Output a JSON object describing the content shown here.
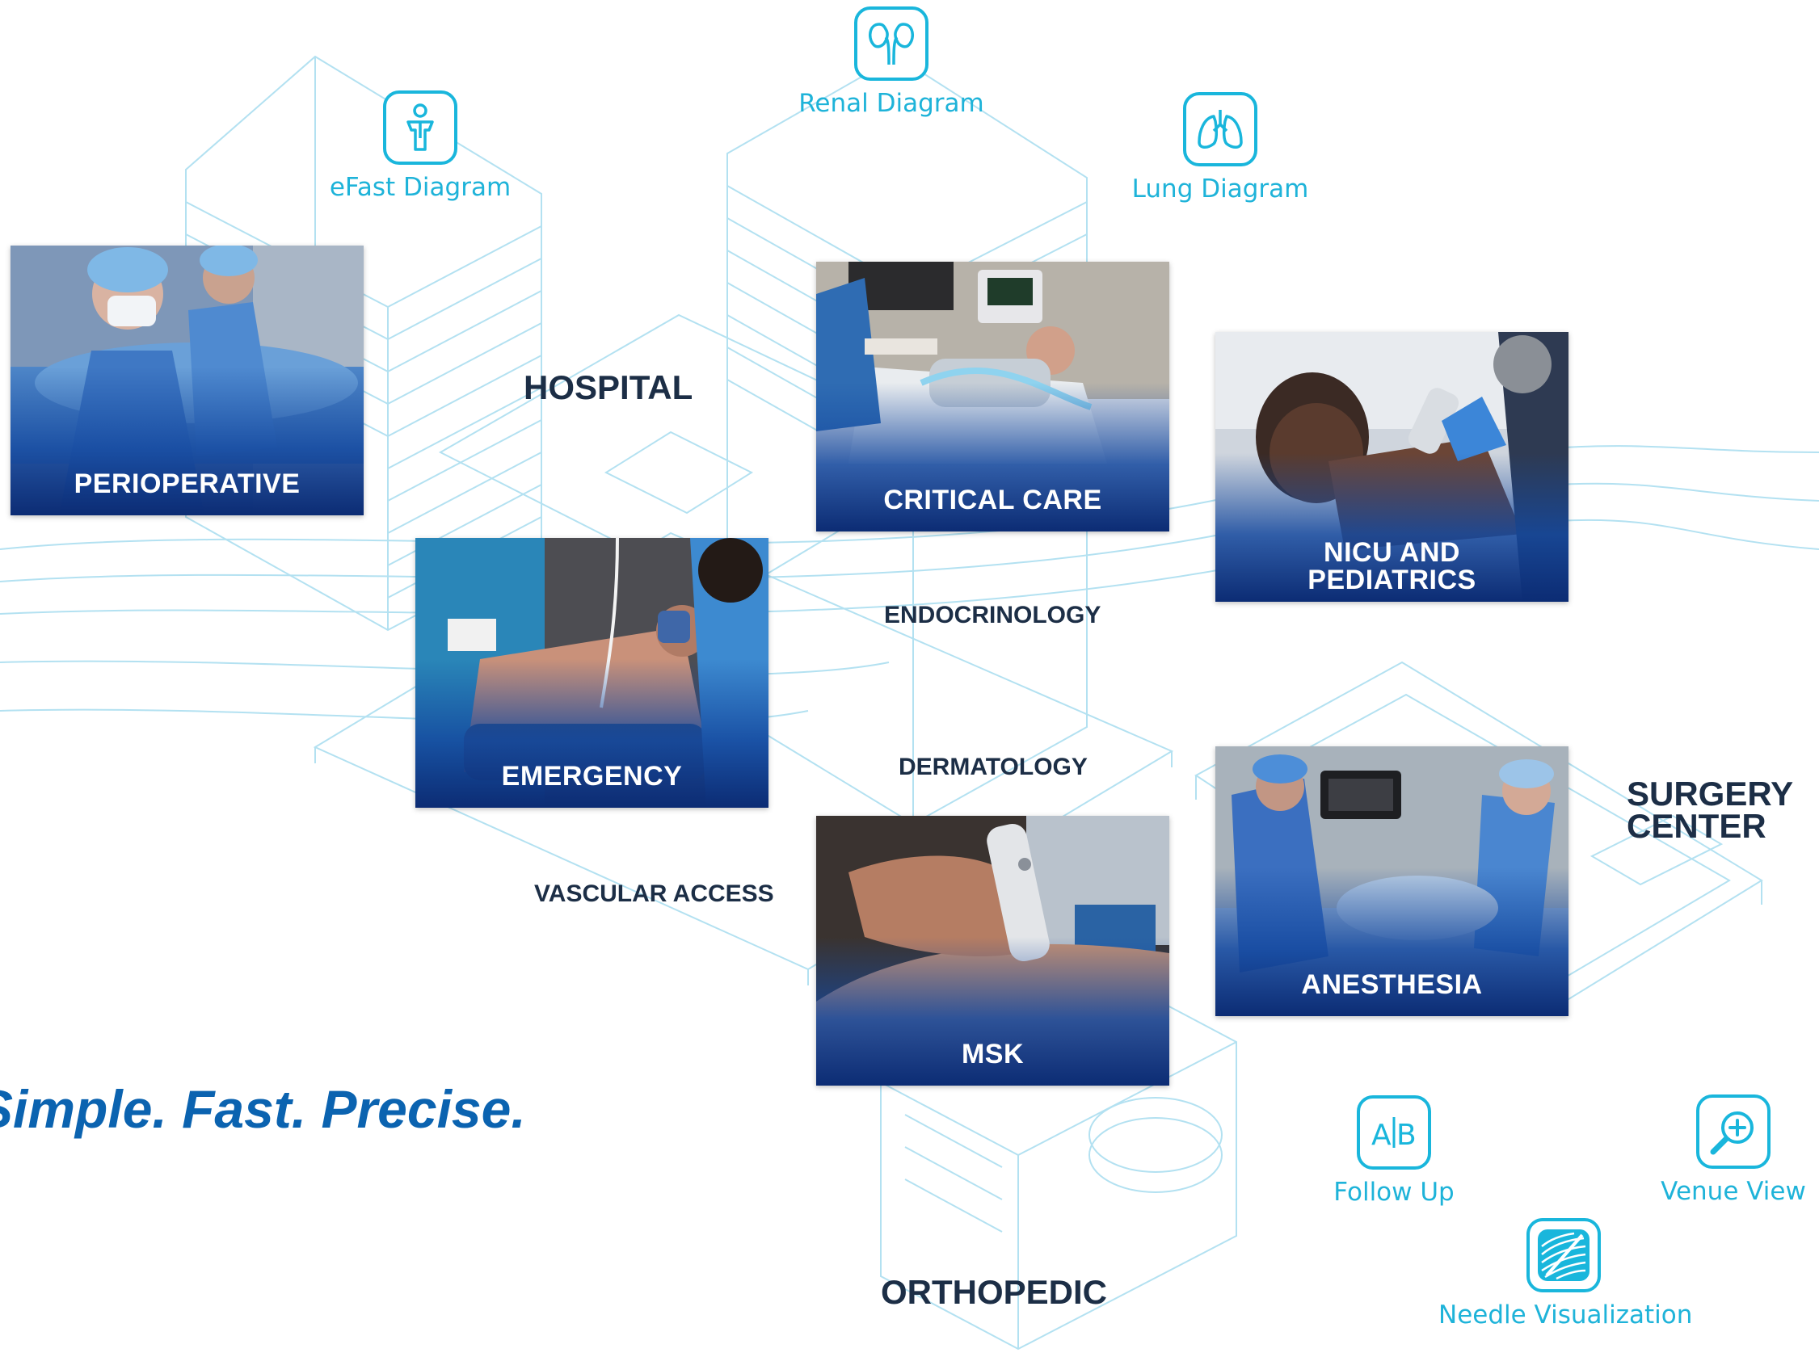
{
  "tagline": "Simple. Fast. Precise.",
  "colors": {
    "accent": "#19b6dc",
    "venue_text": "#1c2e46",
    "card_title": "#ffffff",
    "tagline": "#0b63b0",
    "card_gradient": "#0c2c74"
  },
  "features": {
    "efast": {
      "label": "eFast Diagram",
      "icon": "person-icon"
    },
    "renal": {
      "label": "Renal Diagram",
      "icon": "kidneys-icon"
    },
    "lung": {
      "label": "Lung Diagram",
      "icon": "lungs-icon"
    },
    "follow_up": {
      "label": "Follow Up",
      "icon": "ab-compare-icon"
    },
    "venue_view": {
      "label": "Venue View",
      "icon": "magnifier-plus-icon"
    },
    "needle": {
      "label": "Needle Visualization",
      "icon": "needle-icon"
    }
  },
  "cards": {
    "perioperative": {
      "title": "PERIOPERATIVE"
    },
    "critical_care": {
      "title": "CRITICAL CARE"
    },
    "nicu": {
      "title_line1": "NICU AND",
      "title_line2": "PEDIATRICS"
    },
    "emergency": {
      "title": "EMERGENCY"
    },
    "anesthesia": {
      "title": "ANESTHESIA"
    },
    "msk": {
      "title": "MSK"
    }
  },
  "venues": {
    "hospital": "HOSPITAL",
    "endocrinology": "ENDOCRINOLOGY",
    "dermatology": "DERMATOLOGY",
    "vascular_access": "VASCULAR ACCESS",
    "surgery_center_line1": "SURGERY",
    "surgery_center_line2": "CENTER",
    "orthopedic": "ORTHOPEDIC"
  }
}
